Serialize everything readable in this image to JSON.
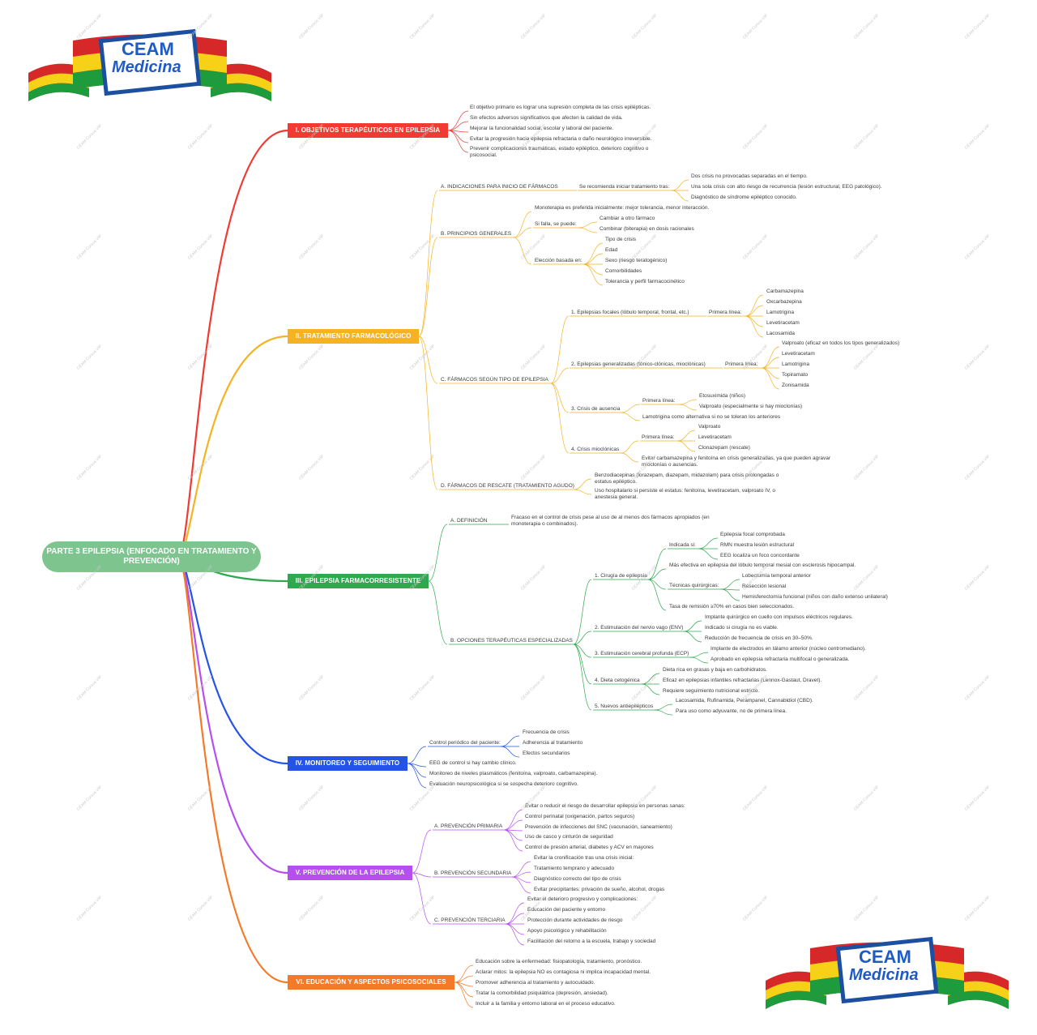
{
  "root": {
    "title": "PARTE 3 EPILEPSIA (ENFOCADO EN TRATAMIENTO Y PREVENCIÓN)"
  },
  "logo": {
    "line1": "CEAM",
    "line2": "Medicina"
  },
  "watermark": "CEAM Cursos VIP",
  "colors": {
    "red": "#f03a32",
    "orange_yellow": "#f5b323",
    "green": "#2fa84f",
    "blue": "#2553e6",
    "purple": "#b44ff0",
    "orange": "#f47a2a",
    "root": "#7ec48f"
  },
  "sections": {
    "s1": {
      "label": "I. OBJETIVOS TERAPÉUTICOS EN EPILEPSIA",
      "items": [
        "El objetivo primario es lograr una supresión completa de las crisis epilépticas.",
        "Sin efectos adversos significativos que afecten la calidad de vida.",
        "Mejorar la funcionalidad social, escolar y laboral del paciente.",
        "Evitar la progresión hacia epilepsia refractaria o daño neurológico irreversible.",
        "Prevenir complicaciones traumáticas, estado epiléptico, deterioro cognitivo o psicosocial."
      ]
    },
    "s2": {
      "label": "II. TRATAMIENTO FARMACOLÓGICO",
      "a": {
        "label": "A. INDICACIONES PARA INICIO DE FÁRMACOS",
        "sub": "Se recomienda iniciar tratamiento tras:",
        "items": [
          "Dos crisis no provocadas separadas en el tiempo.",
          "Una sola crisis con alto riesgo de recurrencia (lesión estructural, EEG patológico).",
          "Diagnóstico de síndrome epiléptico conocido."
        ]
      },
      "b": {
        "label": "B. PRINCIPIOS GENERALES",
        "mono": "Monoterapia es preferida inicialmente: mejor tolerancia, menor interacción.",
        "fail": "Si falla, se puede:",
        "fail_items": [
          "Cambiar a otro fármaco",
          "Combinar (biterapia) en dosis racionales"
        ],
        "choice": "Elección basada en:",
        "choice_items": [
          "Tipo de crisis",
          "Edad",
          "Sexo (riesgo teratogénico)",
          "Comorbilidades",
          "Tolerancia y perfil farmacocinético"
        ]
      },
      "c": {
        "label": "C. FÁRMACOS SEGÚN TIPO DE EPILEPSIA",
        "c1": {
          "label": "1. Epilepsias focales (lóbulo temporal, frontal, etc.)",
          "pl": "Primera línea:",
          "items": [
            "Carbamazepina",
            "Oxcarbazepina",
            "Lamotrigina",
            "Levetiracetam",
            "Lacosamida"
          ]
        },
        "c2": {
          "label": "2. Epilepsias generalizadas (tónico-clónicas, mioclónicas)",
          "pl": "Primera línea:",
          "items": [
            "Valproato (eficaz en todos los tipos generalizados)",
            "Levetiracetam",
            "Lamotrigina",
            "Topiramato",
            "Zonisamida"
          ]
        },
        "c3": {
          "label": "3. Crisis de ausencia",
          "pl": "Primera línea:",
          "items": [
            "Etosuximida (niños)",
            "Valproato (especialmente si hay mioclonías)"
          ],
          "alt": "Lamotrigina como alternativa si no se toleran los anteriores"
        },
        "c4": {
          "label": "4. Crisis mioclónicas",
          "pl": "Primera línea:",
          "items": [
            "Valproato",
            "Levetiracetam",
            "Clonazepam (rescate)"
          ],
          "avoid": "Evitar carbamazepina y fenitoína en crisis generalizadas, ya que pueden agravar mioclonías o ausencias."
        }
      },
      "d": {
        "label": "D. FÁRMACOS DE RESCATE (TRATAMIENTO AGUDO)",
        "items": [
          "Benzodiacepinas (lorazepam, diazepam, midazolam) para crisis prolongadas o estatus epiléptico.",
          "Uso hospitalario si persiste el estatus: fenitoína, levetiracetam, valproato IV, o anestesia general."
        ]
      }
    },
    "s3": {
      "label": "III. EPILEPSIA FARMACORRESISTENTE",
      "a": {
        "label": "A. DEFINICIÓN",
        "text": "Fracaso en el control de crisis pese al uso de al menos dos fármacos apropiados (en monoterapia o combinados)."
      },
      "b": {
        "label": "B. OPCIONES TERAPÉUTICAS ESPECIALIZADAS",
        "o1": {
          "label": "1. Cirugía de epilepsia",
          "ind": "Indicada si:",
          "ind_items": [
            "Epilepsia focal comprobada",
            "RMN muestra lesión estructural",
            "EEG localiza un foco concordante"
          ],
          "eff": "Más efectiva en epilepsia del lóbulo temporal mesial con esclerosis hipocampal.",
          "tech": "Técnicas quirúrgicas:",
          "tech_items": [
            "Lobectomía temporal anterior",
            "Resección lesional",
            "Hemisferectomía funcional (niños con daño extenso unilateral)"
          ],
          "rate": "Tasa de remisión ≥70% en casos bien seleccionados."
        },
        "o2": {
          "label": "2. Estimulación del nervio vago (ENV)",
          "items": [
            "Implante quirúrgico en cuello con impulsos eléctricos regulares.",
            "Indicado si cirugía no es viable.",
            "Reducción de frecuencia de crisis en 30–50%."
          ]
        },
        "o3": {
          "label": "3. Estimulación cerebral profunda (ECP)",
          "items": [
            "Implante de electrodos en tálamo anterior (núcleo centromediano).",
            "Aprobado en epilepsia refractaria multifocal o generalizada."
          ]
        },
        "o4": {
          "label": "4. Dieta cetogénica",
          "items": [
            "Dieta rica en grasas y baja en carbohidratos.",
            "Eficaz en epilepsias infantiles refractarias (Lennox-Gastaut, Dravet).",
            "Requiere seguimiento nutricional estricto."
          ]
        },
        "o5": {
          "label": "5. Nuevos antiepilépticos",
          "items": [
            "Lacosamida, Rufinamida, Perampanel, Cannabidiol (CBD).",
            "Para uso como adyuvante, no de primera línea."
          ]
        }
      }
    },
    "s4": {
      "label": "IV. MONITOREO Y SEGUIMIENTO",
      "ctrl": "Control periódico del paciente:",
      "ctrl_items": [
        "Frecuencia de crisis",
        "Adherencia al tratamiento",
        "Efectos secundarios"
      ],
      "items": [
        "EEG de control si hay cambio clínico.",
        "Monitoreo de niveles plasmáticos (fenitoína, valproato, carbamazepina).",
        "Evaluación neuropsicológica si se sospecha deterioro cognitivo."
      ]
    },
    "s5": {
      "label": "V. PREVENCIÓN DE LA EPILEPSIA",
      "a": {
        "label": "A. PREVENCIÓN PRIMARIA",
        "items": [
          "Evitar o reducir el riesgo de desarrollar epilepsia en personas sanas:",
          "Control perinatal (oxigenación, partos seguros)",
          "Prevención de infecciones del SNC (vacunación, saneamiento)",
          "Uso de casco y cinturón de seguridad",
          "Control de presión arterial, diabetes y ACV en mayores"
        ]
      },
      "b": {
        "label": "B. PREVENCIÓN SECUNDARIA",
        "items": [
          "Evitar la cronificación tras una crisis inicial:",
          "Tratamiento temprano y adecuado",
          "Diagnóstico correcto del tipo de crisis",
          "Evitar precipitantes: privación de sueño, alcohol, drogas"
        ]
      },
      "c": {
        "label": "C. PREVENCIÓN TERCIARIA",
        "items": [
          "Evitar el deterioro progresivo y complicaciones:",
          "Educación del paciente y entorno",
          "Protección durante actividades de riesgo",
          "Apoyo psicológico y rehabilitación",
          "Facilitación del retorno a la escuela, trabajo y sociedad"
        ]
      }
    },
    "s6": {
      "label": "VI. EDUCACIÓN Y ASPECTOS PSICOSOCIALES",
      "items": [
        "Educación sobre la enfermedad: fisiopatología, tratamiento, pronóstico.",
        "Aclarar mitos: la epilepsia NO es contagiosa ni implica incapacidad mental.",
        "Promover adherencia al tratamiento y autocuidado.",
        "Tratar la comorbilidad psiquiátrica (depresión, ansiedad).",
        "Incluir a la familia y entorno laboral en el proceso educativo."
      ]
    }
  }
}
